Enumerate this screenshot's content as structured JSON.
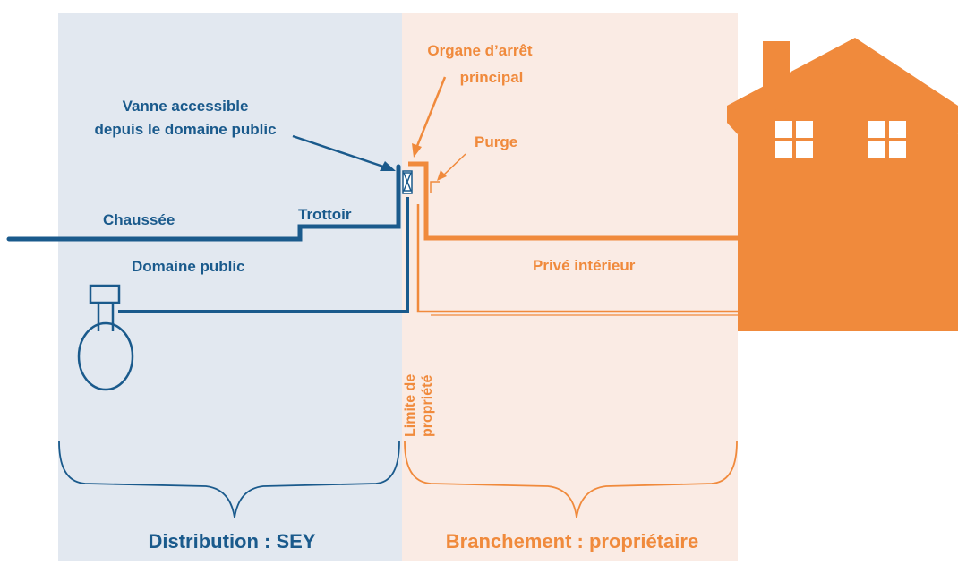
{
  "labels": {
    "vanne_line1": "Vanne accessible",
    "vanne_line2": "depuis le domaine public",
    "chaussee": "Chaussée",
    "trottoir": "Trottoir",
    "domaine_public": "Domaine public",
    "organe_line1": "Organe d’arrêt",
    "organe_line2": "principal",
    "purge": "Purge",
    "prive_interieur": "Privé intérieur",
    "limite_line1": "Limite de",
    "limite_line2": "propriété",
    "distribution": "Distribution : SEY",
    "branchement": "Branchement : propriétaire"
  },
  "colors": {
    "public_zone": "#e2e8f0",
    "private_zone": "#faebe4",
    "blue": "#1a5a8c",
    "orange": "#f08a3c"
  },
  "icons": {
    "house": "house-icon",
    "valve": "valve-icon",
    "meter": "water-meter-icon"
  }
}
